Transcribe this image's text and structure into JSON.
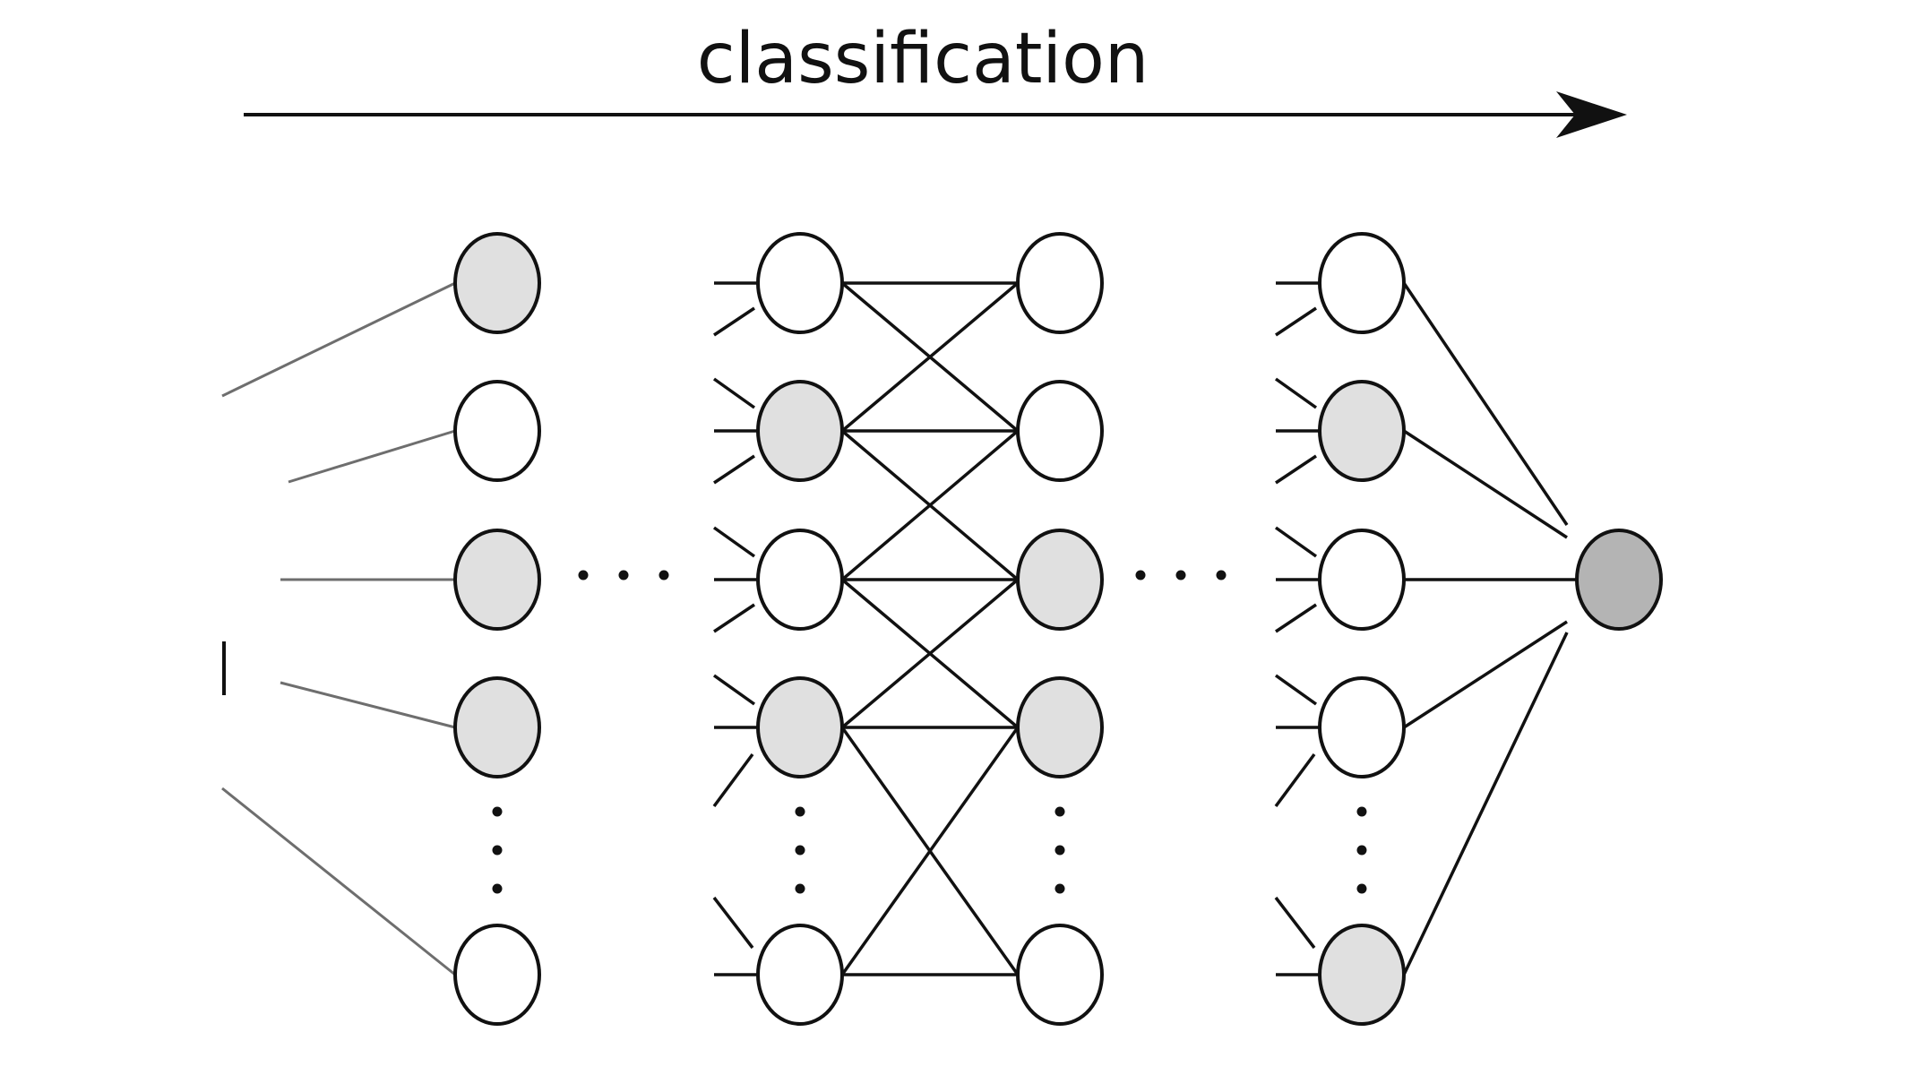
{
  "title": "classification",
  "colors": {
    "stroke": "#111111",
    "input_edge": "#6e6e6e",
    "node_white": "#ffffff",
    "node_light": "#e0e0e0",
    "node_output": "#b4b4b4"
  },
  "layers": [
    {
      "name": "layer-1",
      "nodes": [
        "light",
        "white",
        "light",
        "light",
        "white"
      ]
    },
    {
      "name": "layer-2",
      "nodes": [
        "white",
        "light",
        "white",
        "light",
        "white"
      ]
    },
    {
      "name": "layer-3",
      "nodes": [
        "white",
        "white",
        "light",
        "light",
        "white"
      ]
    },
    {
      "name": "layer-4",
      "nodes": [
        "white",
        "light",
        "white",
        "white",
        "light"
      ]
    },
    {
      "name": "output-layer",
      "nodes": [
        "dark"
      ]
    }
  ]
}
